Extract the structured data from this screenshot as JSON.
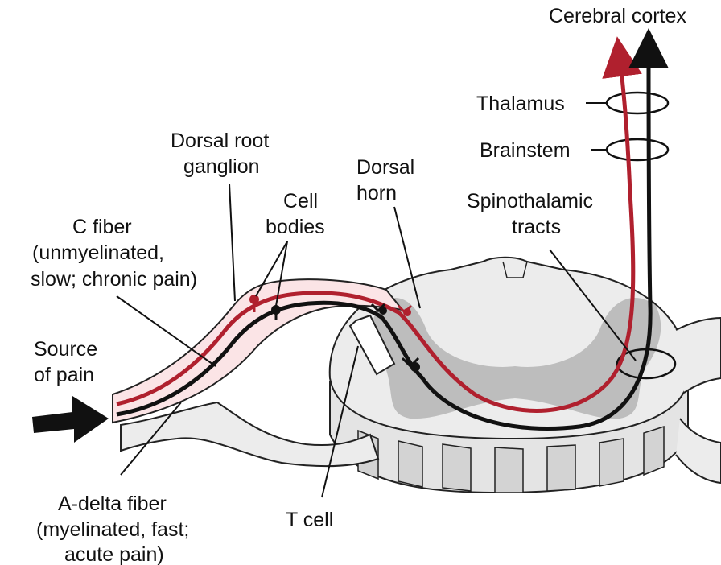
{
  "labels": {
    "cerebral_cortex": "Cerebral cortex",
    "thalamus": "Thalamus",
    "brainstem": "Brainstem",
    "dorsal_root_ganglion": [
      "Dorsal root",
      "ganglion"
    ],
    "cell_bodies": [
      "Cell",
      "bodies"
    ],
    "dorsal_horn": [
      "Dorsal",
      "horn"
    ],
    "spinothalamic_tracts": [
      "Spinothalamic",
      "tracts"
    ],
    "c_fiber": [
      "C fiber",
      "(unmyelinated,",
      "slow; chronic pain)"
    ],
    "source_of_pain": [
      "Source",
      "of pain"
    ],
    "a_delta_fiber": [
      "A-delta fiber",
      "(myelinated, fast;",
      "acute pain)"
    ],
    "t_cell": "T cell"
  },
  "colors": {
    "c_fiber": "#b0202e",
    "a_delta_fiber": "#111111",
    "gray_matter": "#bdbdbd",
    "white_matter": "#ececec",
    "ganglion_fill": "#fbe4e6",
    "outline": "#222222"
  },
  "icons": {
    "source_arrow": "arrow-right-icon"
  }
}
